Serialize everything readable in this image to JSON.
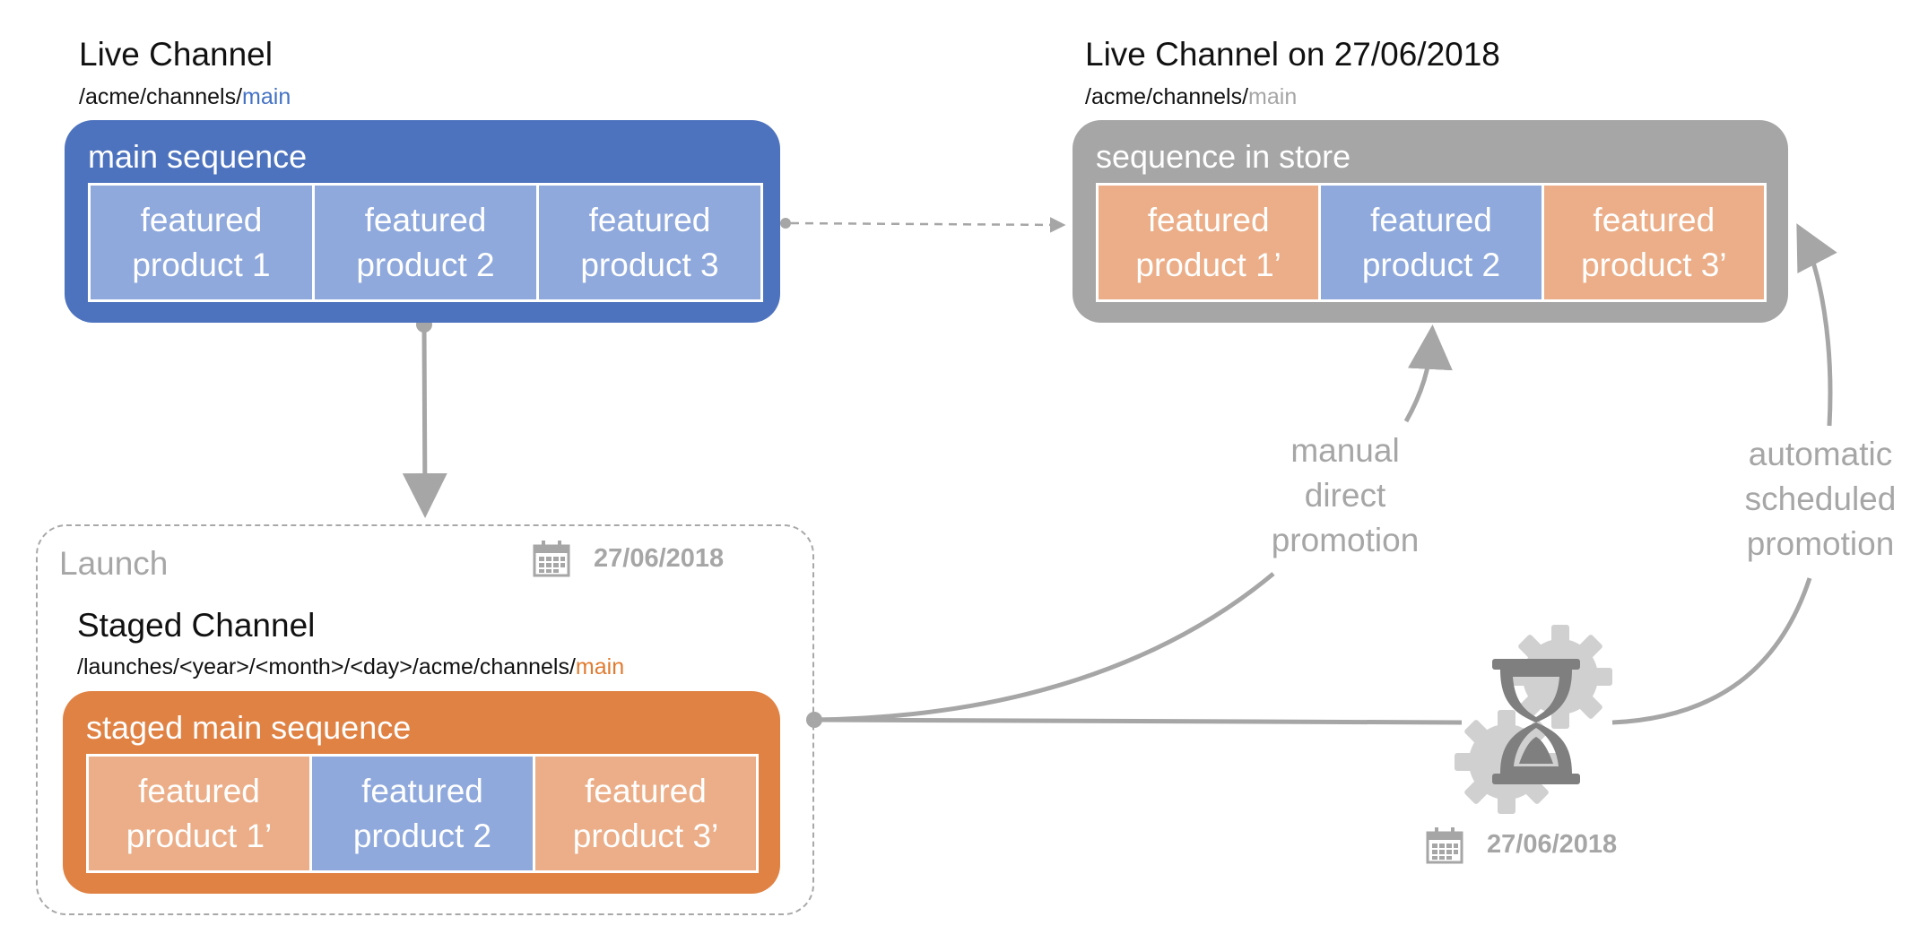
{
  "live": {
    "title": "Live Channel",
    "path_prefix": "/acme/channels/",
    "path_highlight": "main",
    "path_color": "#4472c4",
    "box_label": "main sequence",
    "box_color": "#4e73be",
    "products": [
      {
        "text": "featured\nproduct 1",
        "tone": "blue"
      },
      {
        "text": "featured\nproduct 2",
        "tone": "blue"
      },
      {
        "text": "featured\nproduct 3",
        "tone": "blue"
      }
    ]
  },
  "future": {
    "title": "Live Channel on 27/06/2018",
    "path_prefix": "/acme/channels/",
    "path_highlight": "main",
    "path_color": "#a6a6a6",
    "box_label": "sequence in store",
    "box_color": "#a6a6a6",
    "products": [
      {
        "text": "featured\nproduct 1’",
        "tone": "orange"
      },
      {
        "text": "featured\nproduct 2",
        "tone": "blue"
      },
      {
        "text": "featured\nproduct 3’",
        "tone": "orange"
      }
    ]
  },
  "launch": {
    "label": "Launch",
    "date": "27/06/2018",
    "icon": "calendar-icon"
  },
  "staged": {
    "title": "Staged Channel",
    "path_prefix": "/launches/<year>/<month>/<day>/acme/channels/",
    "path_highlight": "main",
    "path_color": "#e07b30",
    "box_label": "staged main sequence",
    "box_color": "#e08244",
    "products": [
      {
        "text": "featured\nproduct 1’",
        "tone": "orange"
      },
      {
        "text": "featured\nproduct 2",
        "tone": "blue"
      },
      {
        "text": "featured\nproduct 3’",
        "tone": "orange"
      }
    ]
  },
  "promotions": {
    "manual": "manual\ndirect\npromotion",
    "automatic": "automatic\nscheduled\npromotion"
  },
  "scheduler": {
    "icon": "hourglass-gears-icon",
    "calendar_icon": "calendar-icon",
    "date": "27/06/2018"
  },
  "colors": {
    "connector": "#a6a6a6",
    "hourglass": "#7f7f7f",
    "gear": "#d0d0d0"
  }
}
